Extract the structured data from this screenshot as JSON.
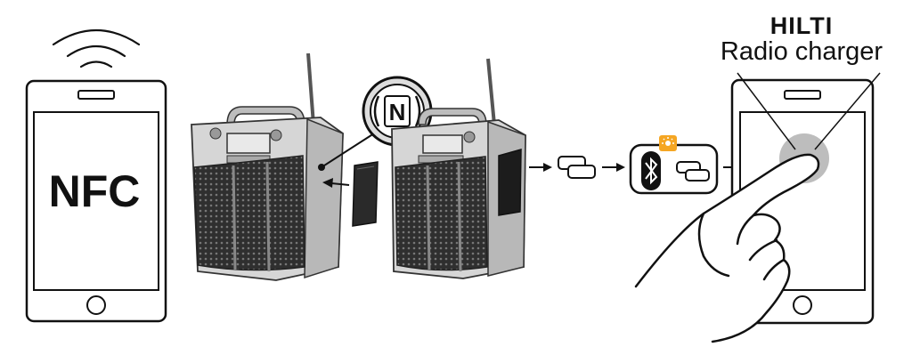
{
  "phone_left": {
    "label": "NFC",
    "signal_icon": "nfc-signal-waves-icon"
  },
  "radio_tag": {
    "icon": "nfc-n-icon",
    "glyph": "N"
  },
  "app_info": {
    "brand": "HILTI",
    "app_name": "Radio charger"
  },
  "icons": {
    "pairing": "pairing-icon",
    "bluetooth": "bluetooth-icon",
    "light": "light-indicator-icon",
    "arrow": "arrow-right-icon",
    "hand": "pointing-hand-icon"
  },
  "colors": {
    "accent_indicator": "#f5a623",
    "outline": "#111111",
    "radio_body": "#cfcfcf",
    "radio_dark": "#3a3a3a"
  }
}
